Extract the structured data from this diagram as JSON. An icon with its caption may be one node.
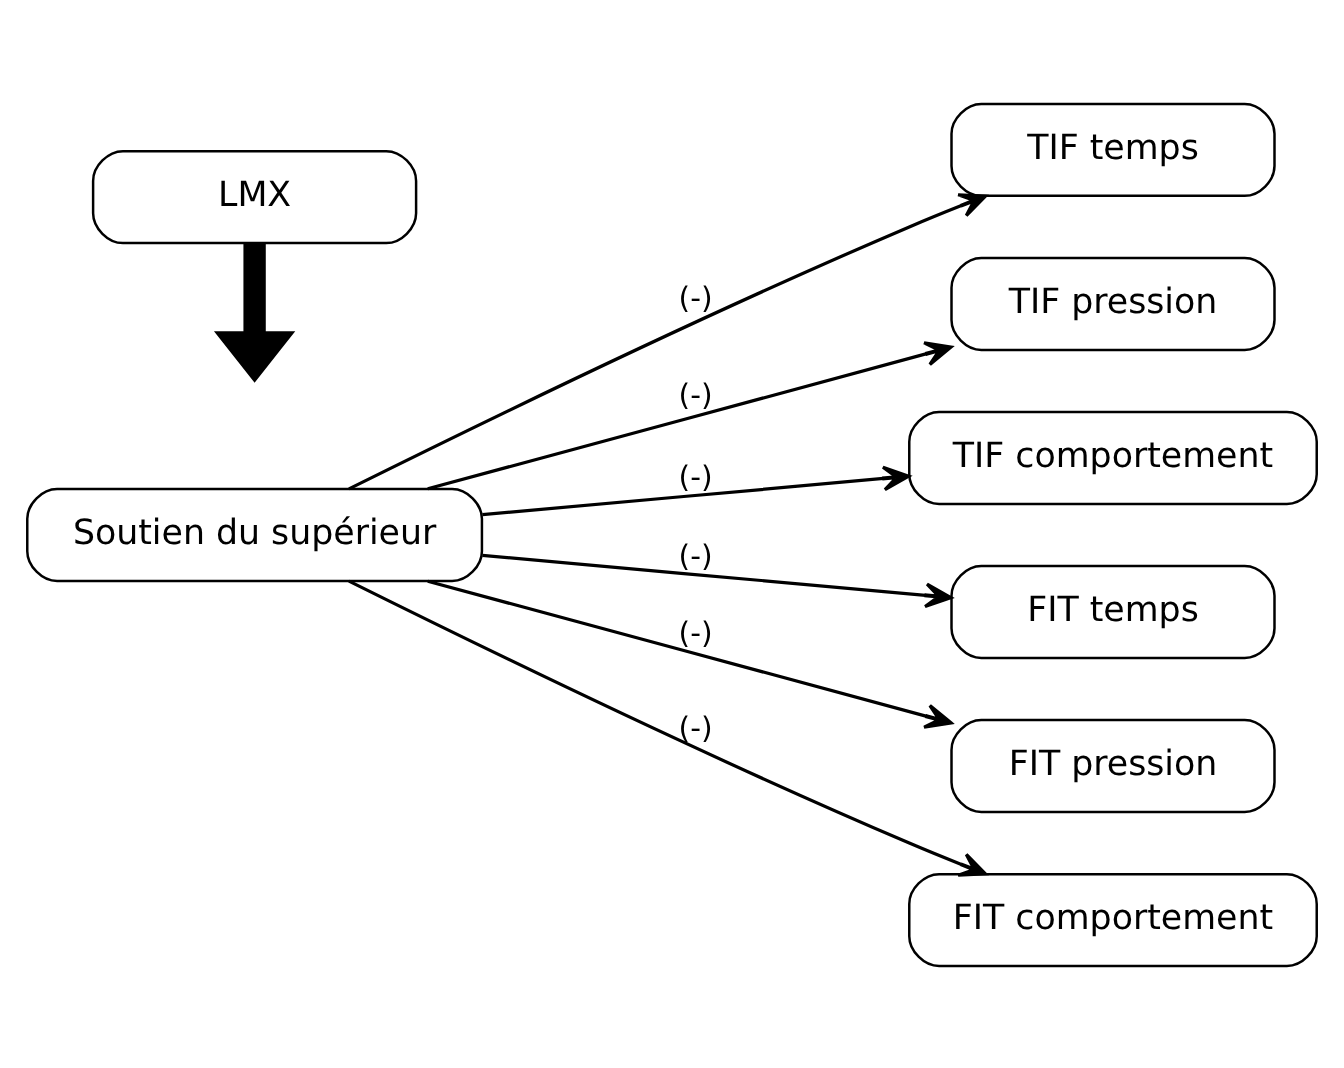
{
  "diagram": {
    "nodes": [
      {
        "text": [
          "LMX"
        ]
      },
      {
        "text": [
          "Soutien du supérieur"
        ]
      },
      {
        "text": [
          "TIF temps"
        ]
      },
      {
        "text": [
          "TIF pression"
        ]
      },
      {
        "text": [
          "TIF comportement"
        ]
      },
      {
        "text": [
          "FIT temps"
        ]
      },
      {
        "text": [
          "FIT pression"
        ]
      },
      {
        "text": [
          "FIT comportement"
        ]
      }
    ],
    "edges": [
      {
        "from": 0,
        "to": null,
        "arrow": "to",
        "style": "thick"
      },
      {
        "from": 1,
        "to": 2,
        "arrow": "to",
        "label": "(-)"
      },
      {
        "from": 1,
        "to": 3,
        "arrow": "to",
        "label": "(-)"
      },
      {
        "from": 1,
        "to": 4,
        "arrow": "to",
        "label": "(-)"
      },
      {
        "from": 1,
        "to": 5,
        "arrow": "to",
        "label": "(-)"
      },
      {
        "from": 1,
        "to": 6,
        "arrow": "to",
        "label": "(-)"
      },
      {
        "from": 1,
        "to": 7,
        "arrow": "to",
        "label": "(-)"
      }
    ]
  }
}
